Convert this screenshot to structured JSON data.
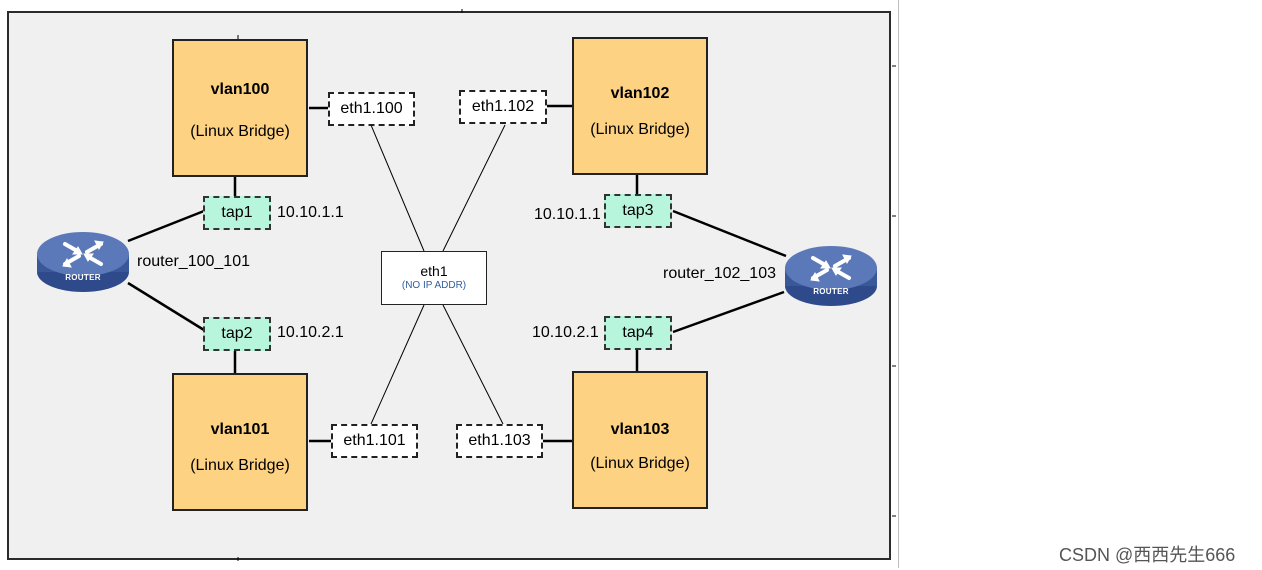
{
  "bridges": [
    {
      "name": "vlan100",
      "type": "(Linux Bridge)"
    },
    {
      "name": "vlan102",
      "type": "(Linux Bridge)"
    },
    {
      "name": "vlan101",
      "type": "(Linux Bridge)"
    },
    {
      "name": "vlan103",
      "type": "(Linux Bridge)"
    }
  ],
  "subinterfaces": [
    "eth1.100",
    "eth1.102",
    "eth1.101",
    "eth1.103"
  ],
  "taps": [
    "tap1",
    "tap3",
    "tap2",
    "tap4"
  ],
  "ips": [
    "10.10.1.1",
    "10.10.1.1",
    "10.10.2.1",
    "10.10.2.1"
  ],
  "routers": [
    {
      "label": "router_100_101",
      "badge": "ROUTER"
    },
    {
      "label": "router_102_103",
      "badge": "ROUTER"
    }
  ],
  "eth1": {
    "name": "eth1",
    "note": "(NO IP ADDR)"
  },
  "watermark": "CSDN @西西先生666",
  "colors": {
    "bridge": "#fdd283",
    "tap": "#b8f5dd",
    "router": "#3d5b9e",
    "canvas": "#f0f0f0"
  }
}
